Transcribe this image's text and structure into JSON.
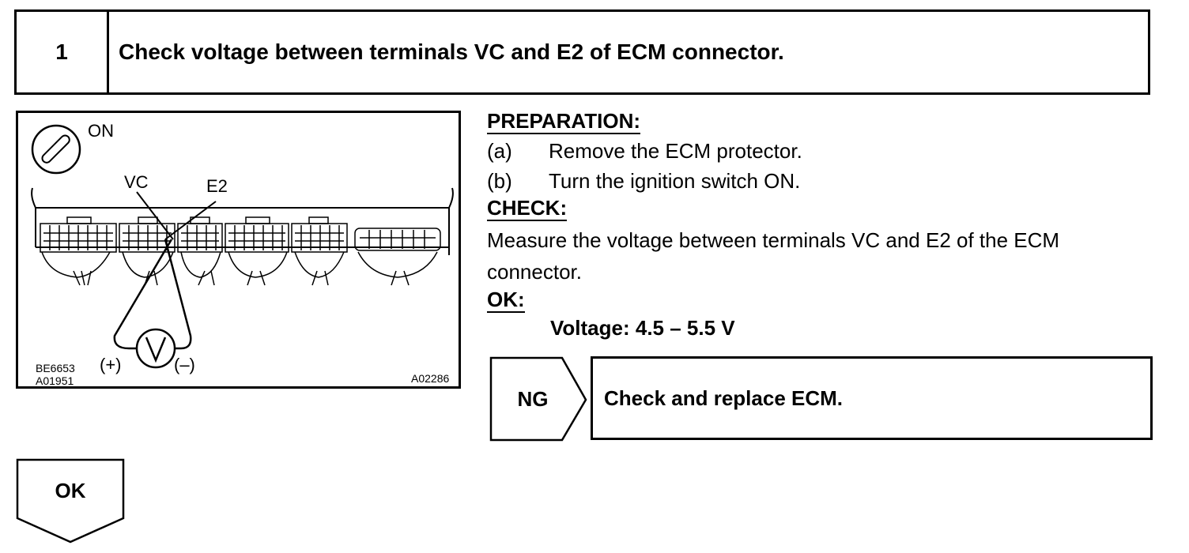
{
  "step": {
    "number": "1",
    "title": "Check voltage between terminals VC and E2 of ECM connector."
  },
  "figure": {
    "ignition_label": "ON",
    "terminal_vc": "VC",
    "terminal_e2": "E2",
    "plus_label": "(+)",
    "minus_label": "(–)",
    "code_left_1": "BE6653",
    "code_left_2": "A01951",
    "code_right": "A02286"
  },
  "instructions": {
    "preparation_heading": "PREPARATION:",
    "steps": [
      {
        "label": "(a)",
        "text": "Remove the ECM protector."
      },
      {
        "label": "(b)",
        "text": "Turn the ignition switch ON."
      }
    ],
    "check_heading": "CHECK:",
    "check_text": "Measure the voltage between terminals VC and E2 of the ECM connector.",
    "ok_heading": "OK:",
    "ok_spec": "Voltage: 4.5 – 5.5 V"
  },
  "ng": {
    "label": "NG",
    "action": "Check and replace ECM."
  },
  "ok": {
    "label": "OK"
  }
}
